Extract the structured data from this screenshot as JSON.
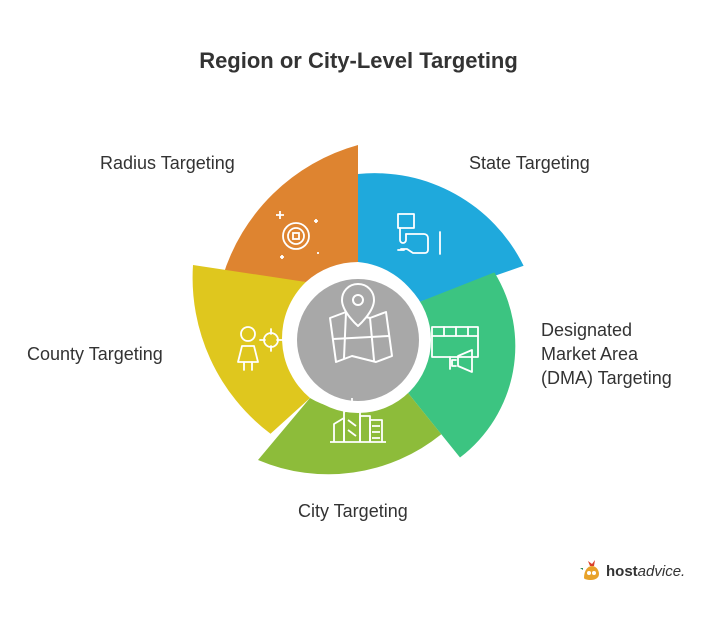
{
  "title": "Region or City-Level Targeting",
  "segments": [
    {
      "id": "radius",
      "label": "Radius Targeting",
      "color": "#DE8430",
      "icon": "target-icon"
    },
    {
      "id": "state",
      "label": "State Targeting",
      "color": "#1FA9DC",
      "icon": "hand-pointer-icon"
    },
    {
      "id": "dma",
      "label_lines": [
        "Designated",
        "Market Area",
        "(DMA) Targeting"
      ],
      "color": "#3CC481",
      "icon": "billboard-megaphone-icon"
    },
    {
      "id": "city",
      "label": "City Targeting",
      "color": "#8DBC3A",
      "icon": "city-buildings-icon"
    },
    {
      "id": "county",
      "label": "County Targeting",
      "color": "#DFC71E",
      "icon": "person-target-icon"
    }
  ],
  "center": {
    "color": "#A8A8A8",
    "icon": "map-pin-icon"
  },
  "logo": {
    "bold": "host",
    "rest": "advice."
  }
}
